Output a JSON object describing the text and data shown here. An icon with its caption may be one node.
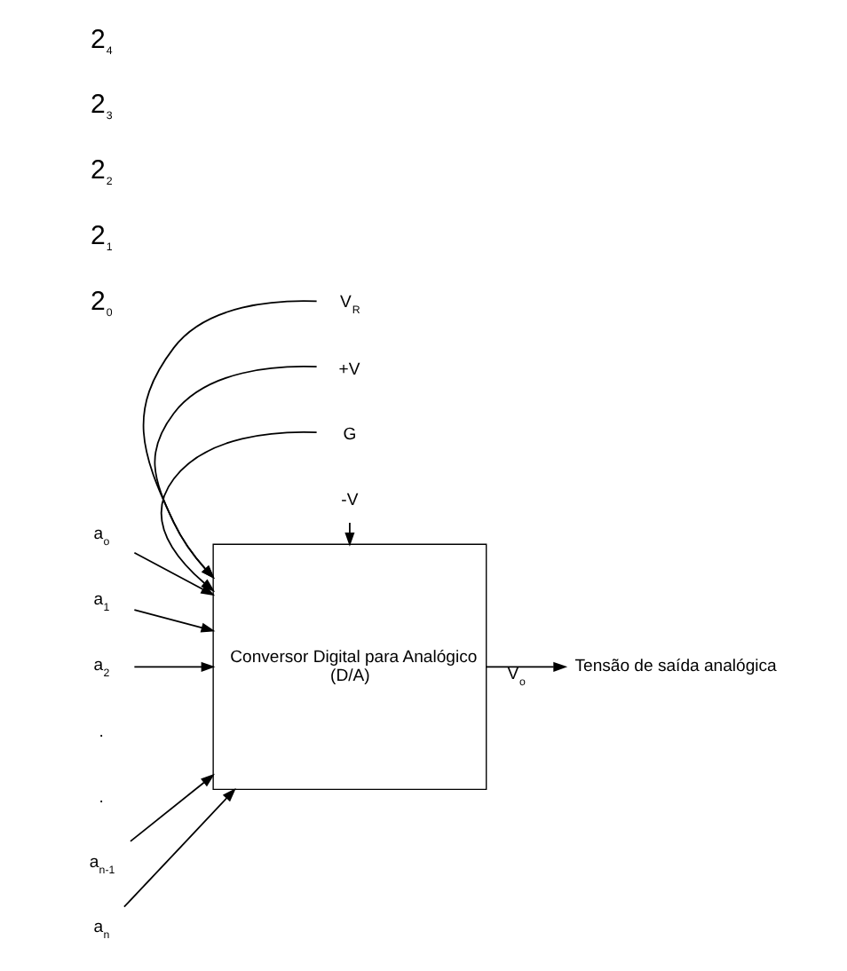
{
  "diagram": {
    "nodes": [
      {
        "text": [
          "V$_{R}$"
        ]
      },
      {
        "text": [
          "a$_{o}$"
        ]
      },
      {
        "text": [
          "Conversor Digital para Analógico",
          "(D/A)"
        ]
      },
      {
        "text": [
          "a$_{1}$"
        ]
      },
      {
        "text": [
          "a$_{2}$"
        ]
      },
      {
        "text": [
          "a$_{n-1}$"
        ]
      },
      {
        "text": [
          "a$_{n}$"
        ]
      },
      {
        "text": [
          "Tensão de saída analógica"
        ]
      },
      {
        "text": [
          "+V"
        ]
      },
      {
        "text": [
          "G"
        ]
      },
      {
        "text": [
          "-V"
        ]
      }
    ],
    "edges": [
      {
        "from": 0,
        "to": 2,
        "arrow": "to"
      },
      {
        "from": 1,
        "to": 2,
        "arrow": "to"
      },
      {
        "from": 3,
        "to": 2,
        "arrow": "to"
      },
      {
        "from": 4,
        "to": 2,
        "arrow": "to"
      },
      {
        "from": 5,
        "to": 2,
        "arrow": "to"
      },
      {
        "from": 6,
        "to": 2,
        "arrow": "to"
      },
      {
        "from": 2,
        "to": 7,
        "arrow": "to",
        "label": "V$_{o}$"
      },
      {
        "from": 8,
        "to": 2,
        "arrow": "to"
      },
      {
        "from": 9,
        "to": 2,
        "arrow": "to"
      },
      {
        "from": 10,
        "to": 2,
        "arrow": "to"
      }
    ],
    "labels": [
      "2$_{4}$",
      "2$_{3}$",
      "2$_{2}$",
      "2$_{1}$",
      "2$_{0}$",
      ".",
      "."
    ]
  }
}
